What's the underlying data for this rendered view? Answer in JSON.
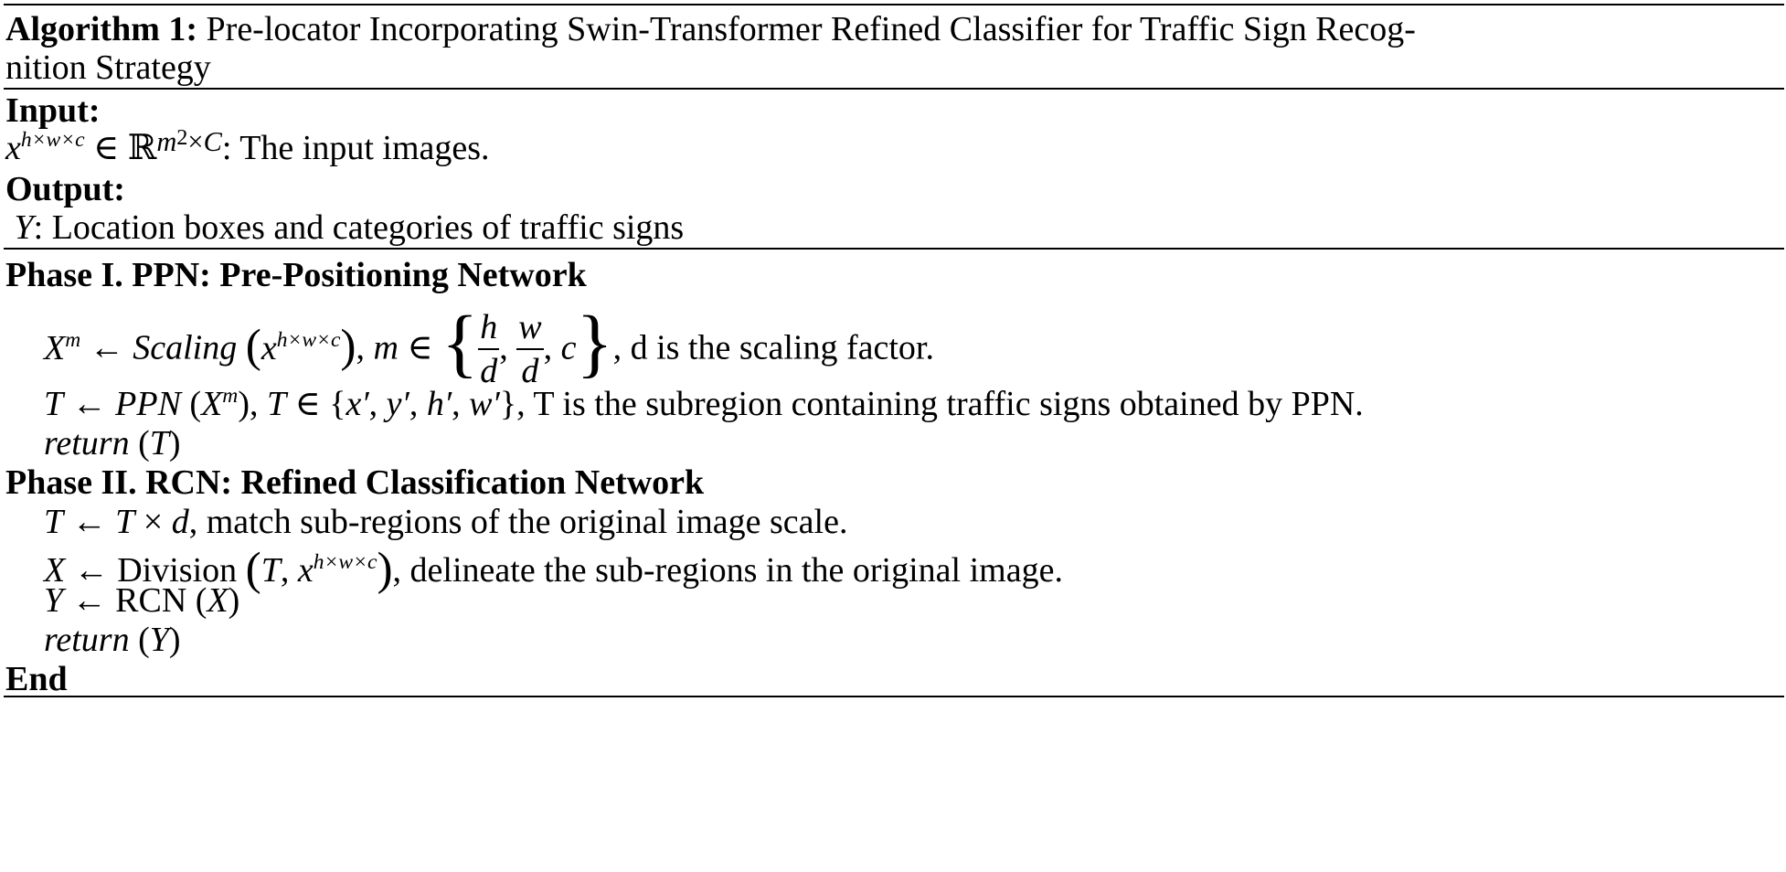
{
  "algorithm": {
    "label": "Algorithm 1:",
    "title_line1": "Pre-locator Incorporating Swin-Transformer Refined Classifier for Traffic Sign Recog-",
    "title_line2": "nition Strategy"
  },
  "input": {
    "label": "Input:",
    "description": ": The input images."
  },
  "output": {
    "label": "Output:",
    "description": ": Location boxes and categories of traffic signs"
  },
  "phase1": {
    "title": "Phase I. PPN: Pre-Positioning Network",
    "step1_fn": "Scaling",
    "step1_text": ", d is the scaling factor.",
    "step2_fn": "PPN",
    "step2_text": ", T is the subregion containing traffic signs obtained by PPN.",
    "return_kw": "return",
    "return_arg": "T"
  },
  "phase2": {
    "title": "Phase II. RCN: Refined Classification Network",
    "step1_text": ", match sub-regions of the original image scale.",
    "step2_fn": "Division",
    "step2_text": ", delineate the sub-regions in the original image.",
    "step3_fn": "RCN",
    "return_kw": "return",
    "return_arg": "Y"
  },
  "end_label": "End"
}
